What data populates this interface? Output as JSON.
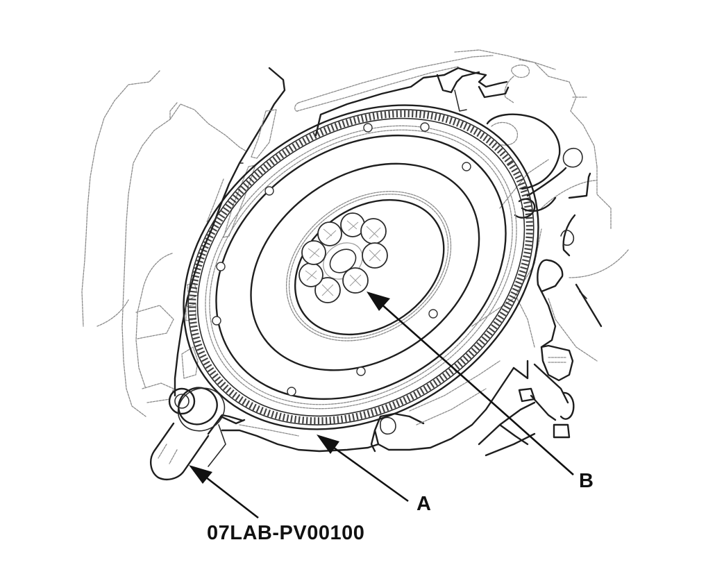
{
  "figure": {
    "type": "service-manual line illustration",
    "subject": "flywheel removal / installation with holding tool"
  },
  "callouts": {
    "tool": {
      "label": "07LAB-PV00100",
      "target": "flywheel holding tool"
    },
    "a": {
      "label": "A",
      "target": "flywheel ring gear"
    },
    "b": {
      "label": "B",
      "target": "flywheel bolts (8)"
    }
  },
  "parts": {
    "bolt_count": 8,
    "line_color": "#1e1e1e",
    "ghost_line_color": "#8a8a8a",
    "background": "#ffffff"
  }
}
